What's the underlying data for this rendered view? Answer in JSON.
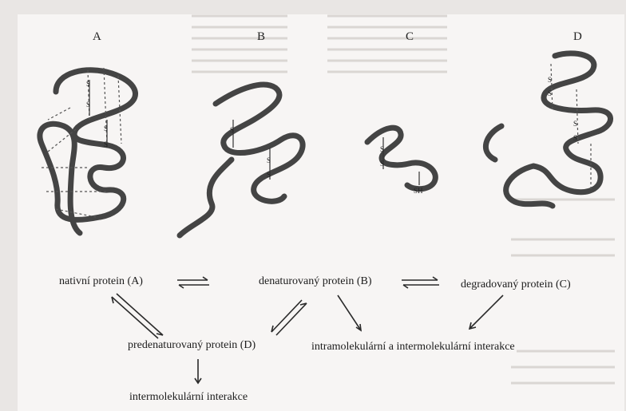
{
  "panels": [
    {
      "id": "A",
      "label": "A"
    },
    {
      "id": "B",
      "label": "B"
    },
    {
      "id": "C",
      "label": "C"
    },
    {
      "id": "D",
      "label": "D"
    }
  ],
  "bond_labels": {
    "ss": "S",
    "sh": "SH"
  },
  "scheme": {
    "native": "nativní protein (A)",
    "denatured": "denaturovaný protein (B)",
    "degraded": "degradovaný protein (C)",
    "predenatured": "predenaturovaný protein (D)",
    "intra_inter": "intramolekulární a intermolekulární interakce",
    "inter": "intermolekulární interakce"
  }
}
